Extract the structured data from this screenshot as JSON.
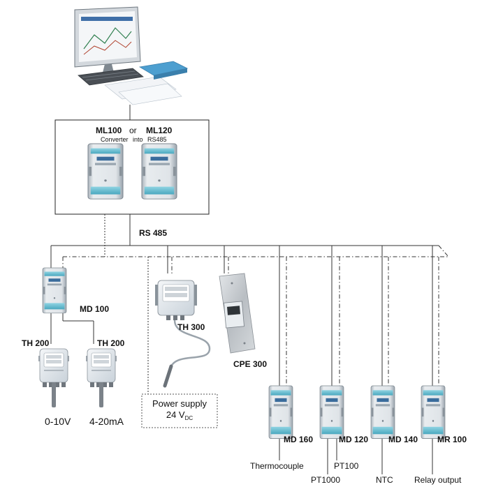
{
  "gateway": {
    "ml100": "ML100",
    "or": "or",
    "ml120": "ML120",
    "converter_text": "Converter into RS485"
  },
  "bus": {
    "label": "RS 485"
  },
  "devices": {
    "md100": "MD 100",
    "th200_a": "TH 200",
    "th200_b": "TH 200",
    "output_a": "0-10V",
    "output_b": "4-20mA",
    "th300": "TH 300",
    "cpe300": "CPE 300",
    "md160": "MD 160",
    "md120": "MD 120",
    "md140": "MD 140",
    "mr100": "MR 100"
  },
  "sensors": {
    "thermocouple": "Thermocouple",
    "pt1000": "PT1000",
    "pt100": "PT100",
    "ntc": "NTC",
    "relay": "Relay output"
  },
  "power_supply": {
    "line1": "Power supply",
    "voltage": "24 V",
    "subscript": "DC"
  },
  "colors": {
    "module_teal": "#5fb8cc",
    "module_body": "#dde3e8",
    "line": "#333333",
    "panel_steel": "#c4c8cc"
  }
}
